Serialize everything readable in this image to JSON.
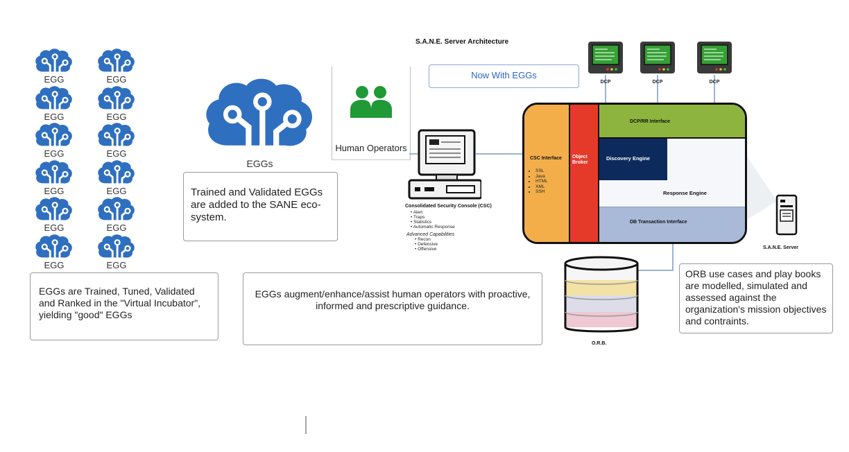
{
  "egg_grid": {
    "label": "EGG",
    "count_rows": 6,
    "count_cols": 2
  },
  "eggs_hero": {
    "label": "EGGs",
    "icon": "brain-circuit-icon"
  },
  "text_boxes": {
    "trained": "Trained and Validated EGGs are added to the SANE eco-system.",
    "incubator": "EGGs are Trained, Tuned, Validated and Ranked in the \"Virtual Incubator\", yielding \"good\" EGGs",
    "augment": "EGGs augment/enhance/assist human operators with proactive, informed and prescriptive guidance.",
    "orb": "ORB use cases and play books are modelled, simulated and assessed against the organization's mission objectives and contraints."
  },
  "human_operators": {
    "label": "Human Operators",
    "icon": "users-icon"
  },
  "architecture": {
    "title": "S.A.N.E. Server Architecture",
    "now_with": "Now With EGGs",
    "dcp_label": "DCP",
    "csc_title": "CSC Interface",
    "csc_items": [
      "SSL",
      "Java",
      "HTML",
      "XML",
      "SSH"
    ],
    "object_broker": "Object Broker",
    "dcp_rr": "DCP/RR Interface",
    "discovery": "Discovery Engine",
    "response": "Response Engine",
    "db_transaction": "DB Transaction Interface",
    "sane_server": "S.A.N.E. Server",
    "orb": "O.R.B.",
    "console_title": "Consolidated Security Console (CSC)",
    "console_items": [
      "Alert",
      "Traps",
      "Statistics",
      "Automatic Response"
    ],
    "advanced_title": "Advanced Capabilities",
    "advanced_items": [
      "Recon",
      "Defensive",
      "Offensive"
    ]
  },
  "colors": {
    "egg_blue": "#2f6fbf",
    "csc_orange": "#f3ae4a",
    "broker_red": "#e53a2a",
    "dcp_green": "#8db43e",
    "discovery_navy": "#0d2a5c",
    "db_blue": "#a9b9d8",
    "human_green": "#1f9a36"
  }
}
